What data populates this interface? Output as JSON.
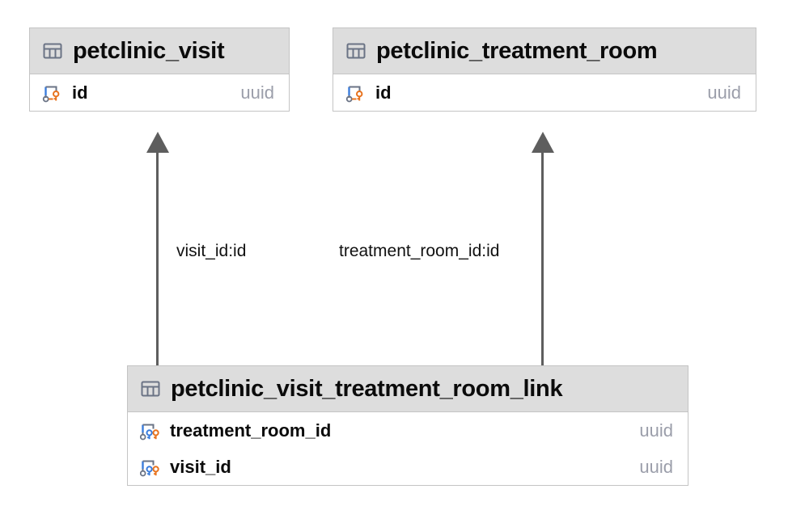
{
  "diagram": {
    "type": "entity-relationship-diagram",
    "background_color": "#ffffff",
    "entity_header_color": "#dddddd",
    "entity_border_color": "#c4c4c4",
    "edge_color": "#5e5e5e",
    "type_text_color": "#9b9eaa"
  },
  "entities": [
    {
      "id": "petclinic_visit",
      "name": "petclinic_visit",
      "icon": "table-icon",
      "attributes": [
        {
          "name": "id",
          "type": "uuid",
          "icon": "primary-key-icon"
        }
      ]
    },
    {
      "id": "petclinic_treatment_room",
      "name": "petclinic_treatment_room",
      "icon": "table-icon",
      "attributes": [
        {
          "name": "id",
          "type": "uuid",
          "icon": "primary-key-icon"
        }
      ]
    },
    {
      "id": "petclinic_visit_treatment_room_link",
      "name": "petclinic_visit_treatment_room_link",
      "icon": "table-icon",
      "attributes": [
        {
          "name": "treatment_room_id",
          "type": "uuid",
          "icon": "composite-foreign-key-icon"
        },
        {
          "name": "visit_id",
          "type": "uuid",
          "icon": "composite-foreign-key-icon"
        }
      ]
    }
  ],
  "relationships": [
    {
      "id": "visit-link",
      "label": "visit_id:id",
      "from": "petclinic_visit_treatment_room_link",
      "to": "petclinic_visit",
      "arrow": "solid-triangle"
    },
    {
      "id": "treatment-room-link",
      "label": "treatment_room_id:id",
      "from": "petclinic_visit_treatment_room_link",
      "to": "petclinic_treatment_room",
      "arrow": "solid-triangle"
    }
  ]
}
